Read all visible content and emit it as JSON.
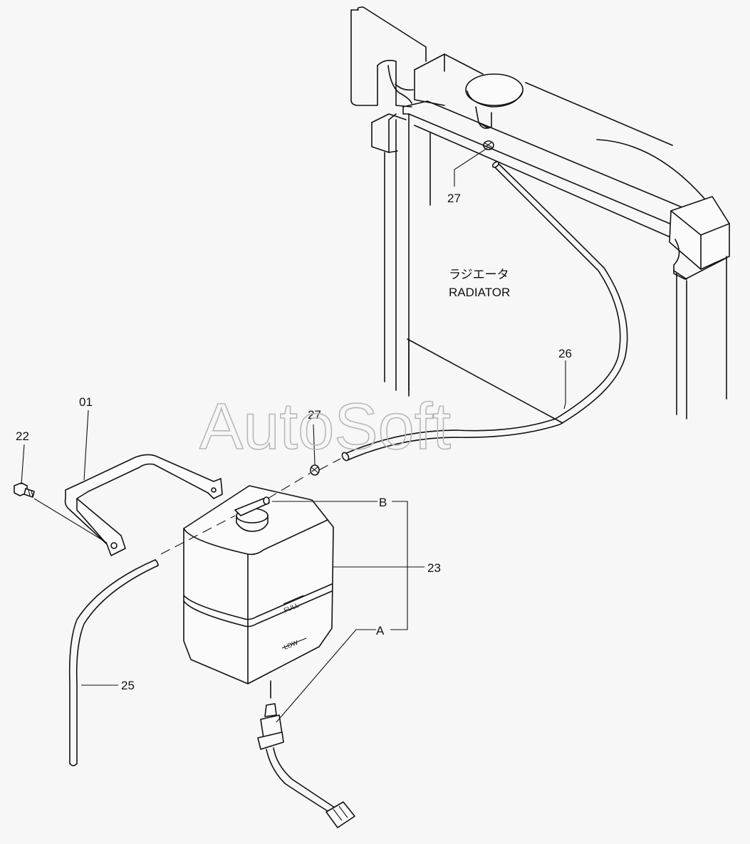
{
  "labels": {
    "bracket": "01",
    "bolt": "22",
    "tank": "23",
    "drain_hose": "25",
    "overflow_hose": "26",
    "clamp_top": "27",
    "clamp_mid": "27",
    "port_b": "B",
    "port_a": "A"
  },
  "radiator": {
    "label_jp": "ラジエータ",
    "label_en": "RADIATOR"
  },
  "tank_marks": {
    "full": "FULL",
    "low": "LOW"
  },
  "watermark": "AutoSoft"
}
